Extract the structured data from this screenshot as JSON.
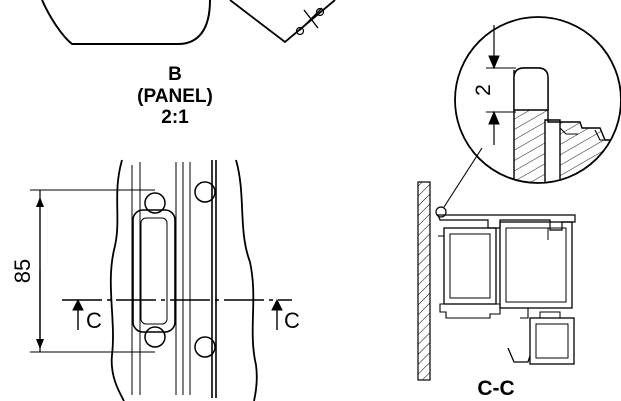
{
  "detail_b": {
    "title": "B",
    "subtitle": "(PANEL)",
    "scale": "2:1"
  },
  "front_view": {
    "dimension_85": "85",
    "section_mark_left": "C",
    "section_mark_right": "C"
  },
  "section_cc": {
    "title": "C-C",
    "detail_dimension": "2"
  }
}
